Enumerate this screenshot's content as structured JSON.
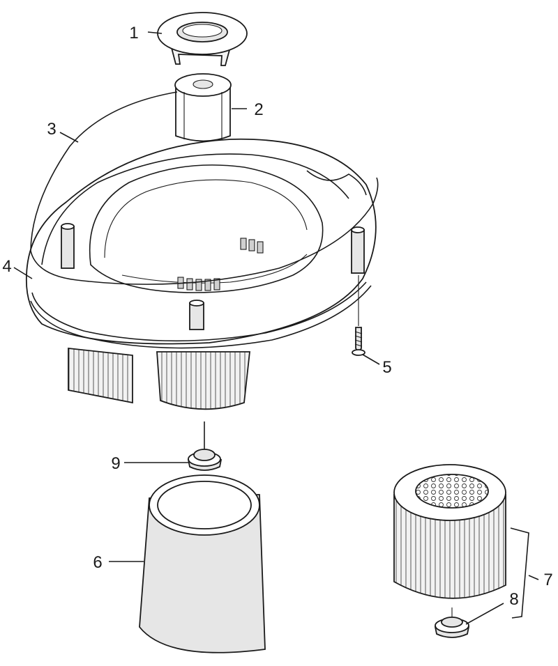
{
  "callouts": [
    {
      "id": "1",
      "label": "1"
    },
    {
      "id": "2",
      "label": "2"
    },
    {
      "id": "3",
      "label": "3"
    },
    {
      "id": "4",
      "label": "4"
    },
    {
      "id": "5",
      "label": "5"
    },
    {
      "id": "6",
      "label": "6"
    },
    {
      "id": "7",
      "label": "7"
    },
    {
      "id": "8",
      "label": "8"
    },
    {
      "id": "9",
      "label": "9"
    }
  ],
  "colors": {
    "line": "#1a1a1a",
    "fill_light": "#e6e6e6",
    "fill_mid": "#d0d0d0",
    "background": "#ffffff"
  }
}
